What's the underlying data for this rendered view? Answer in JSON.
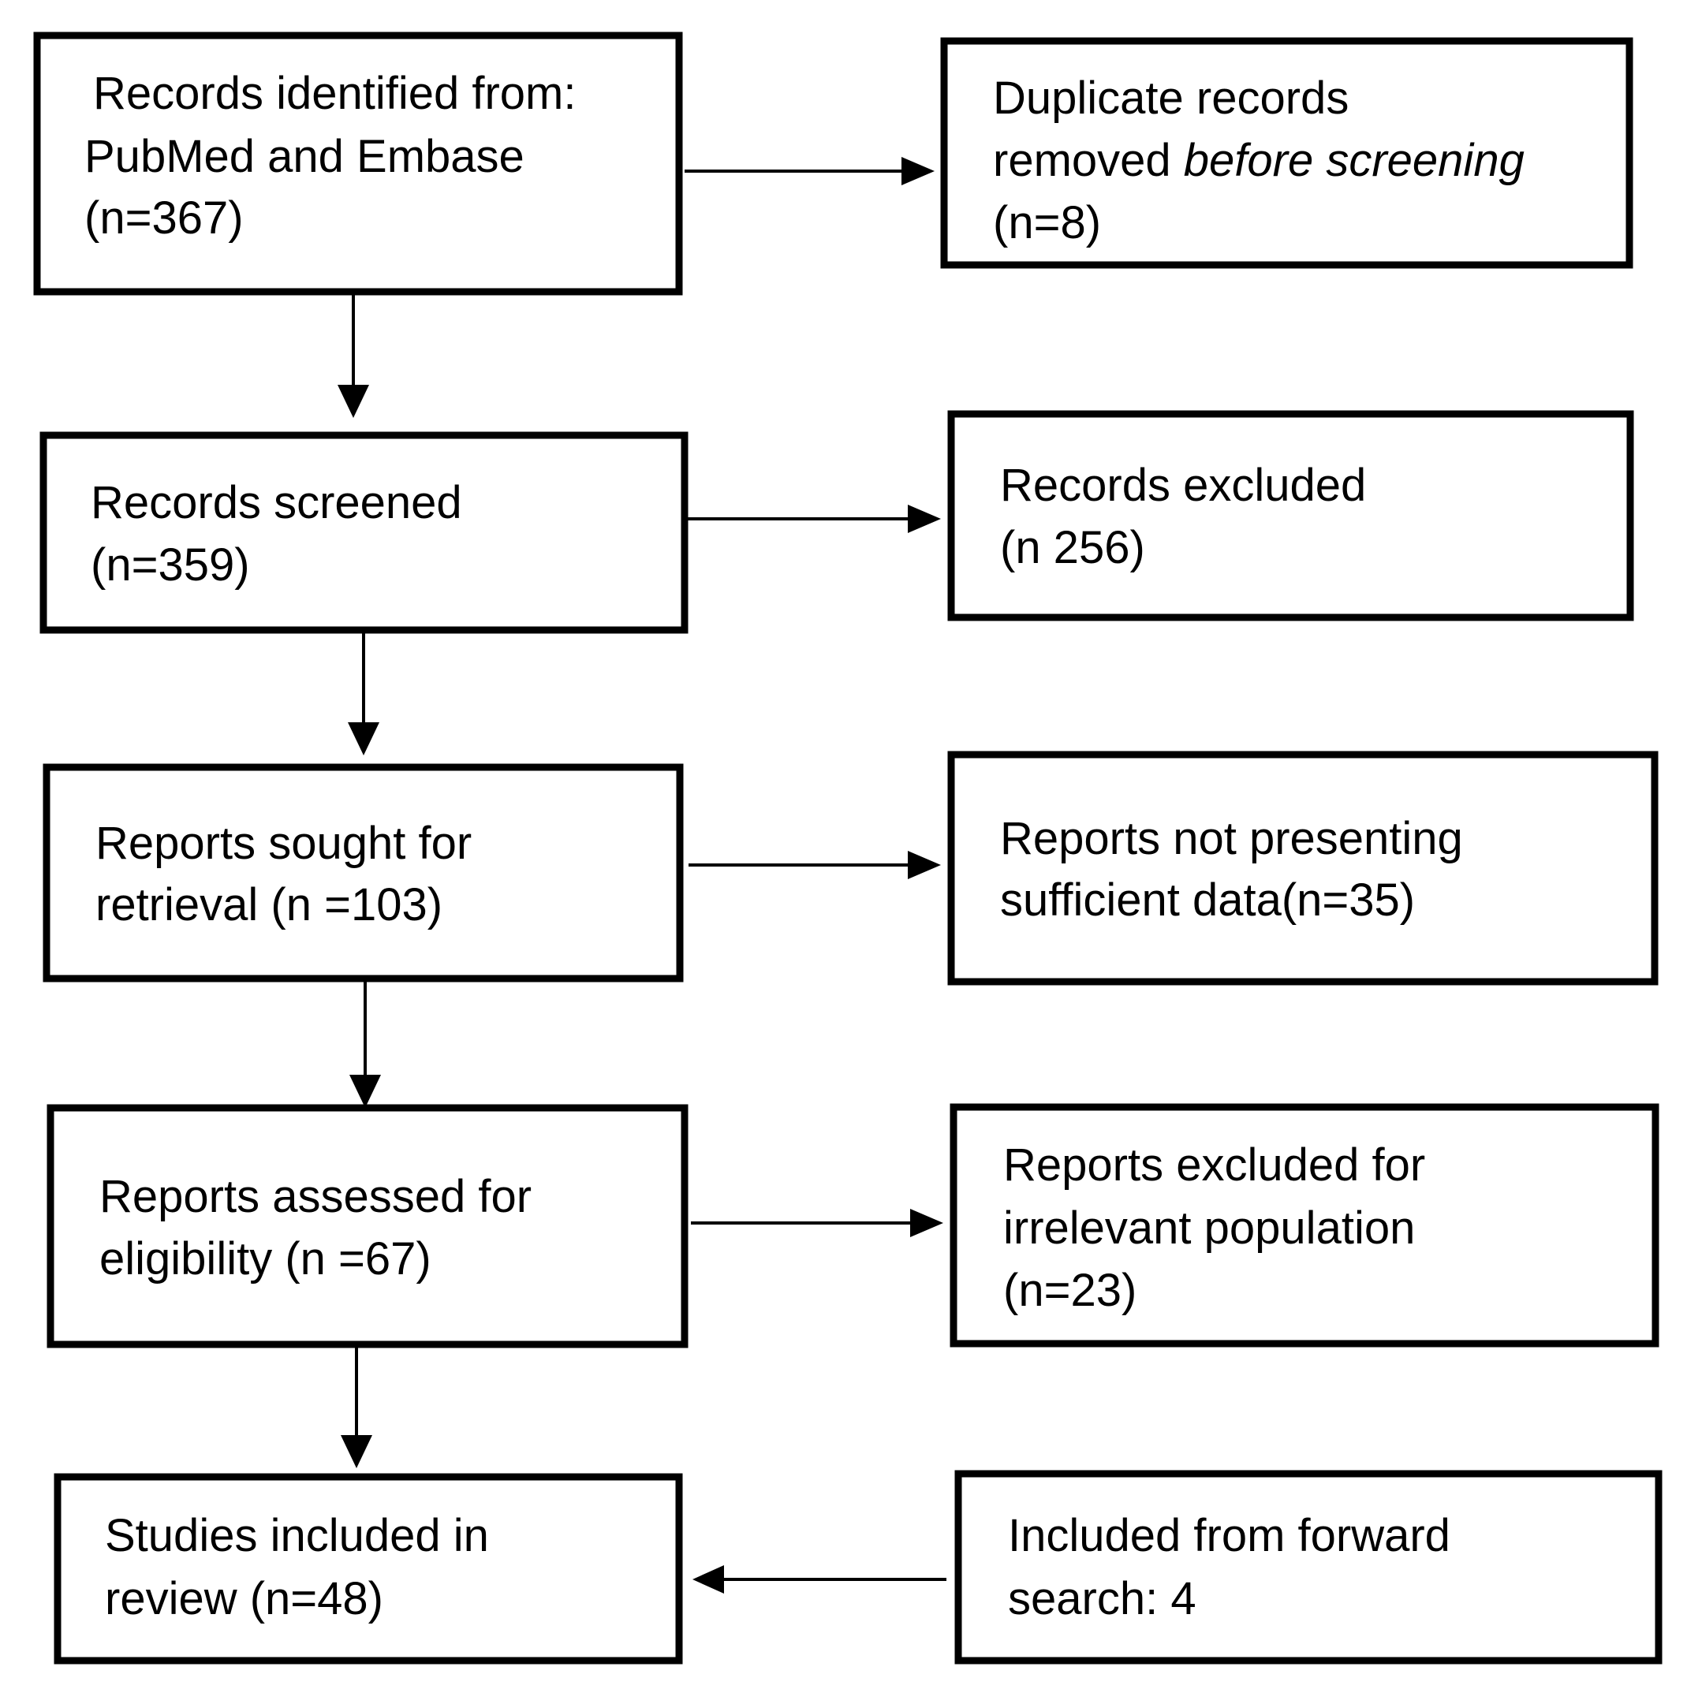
{
  "boxes": {
    "identified": {
      "lines": [
        "Records identified from:",
        "PubMed and Embase",
        "(n=367)"
      ]
    },
    "duplicates": {
      "line1": "Duplicate records",
      "line2_prefix": "removed ",
      "line2_italic": "before screening",
      "line3": "(n=8)"
    },
    "screened": {
      "lines": [
        "Records screened",
        "(n=359)"
      ]
    },
    "excluded": {
      "lines": [
        "Records excluded",
        "(n 256)"
      ]
    },
    "sought": {
      "lines": [
        "Reports sought for",
        "retrieval (n =103)"
      ]
    },
    "insufficient": {
      "lines": [
        "Reports not presenting",
        "sufficient data(n=35)"
      ]
    },
    "assessed": {
      "lines": [
        "Reports assessed for",
        "eligibility (n =67)"
      ]
    },
    "irrelevant": {
      "lines": [
        "Reports excluded for",
        "irrelevant population",
        "(n=23)"
      ]
    },
    "included": {
      "lines": [
        "Studies included in",
        "review (n=48)"
      ]
    },
    "forward": {
      "lines": [
        "Included from forward",
        "search: 4"
      ]
    }
  }
}
